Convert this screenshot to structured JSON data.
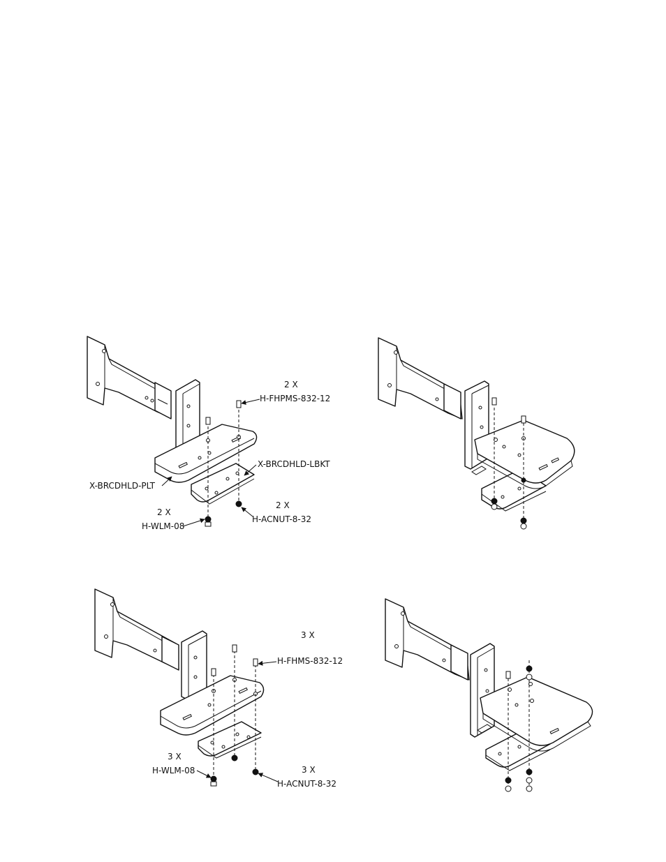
{
  "callouts": {
    "panel1_screw_qty": "2 X",
    "panel1_screw_part": "H-FHPMS-832-12",
    "panel1_bracket_part": "X-BRCDHLD-LBKT",
    "panel1_plate_part": "X-BRCDHLD-PLT",
    "panel1_washer_qty": "2 X",
    "panel1_washer_part": "H-WLM-08",
    "panel1_nut_qty": "2 X",
    "panel1_nut_part": "H-ACNUT-8-32",
    "panel3_screw_qty": "3 X",
    "panel3_screw_part": "H-FHMS-832-12",
    "panel3_washer_qty": "3 X",
    "panel3_washer_part": "H-WLM-08",
    "panel3_nut_qty": "3 X",
    "panel3_nut_part": "H-ACNUT-8-32"
  }
}
